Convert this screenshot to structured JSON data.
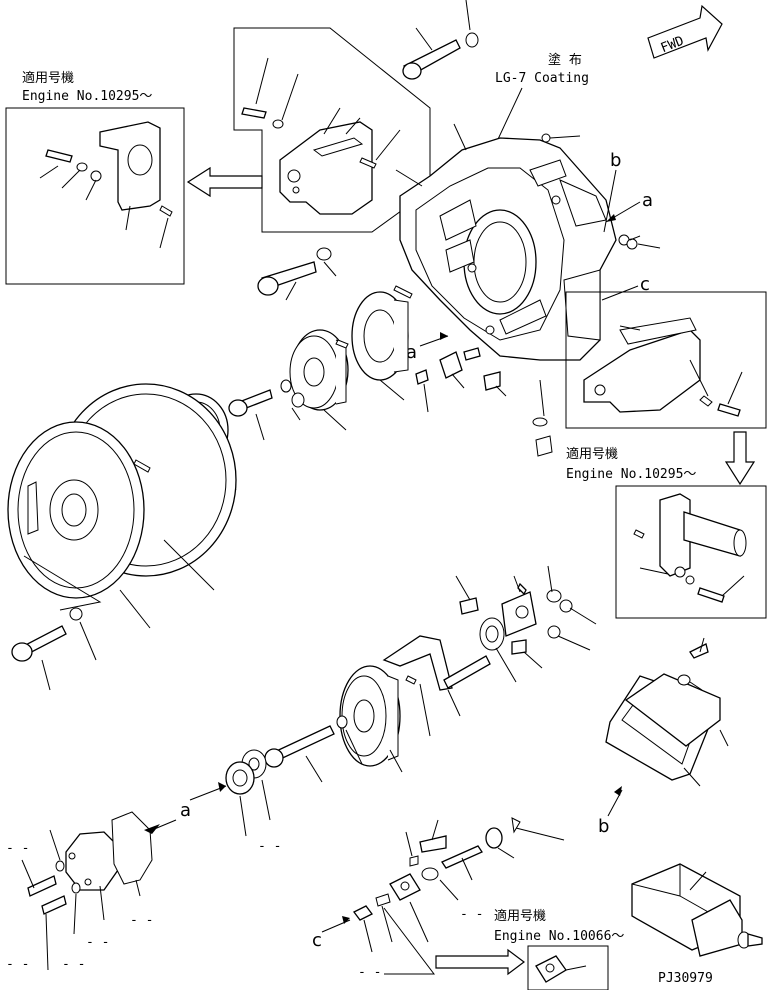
{
  "coating": {
    "jp": "塗 布",
    "en": "LG-7 Coating"
  },
  "fwd_label": "FWD",
  "inset_top_left": {
    "jp": "適用号機",
    "en": "Engine No.10295～"
  },
  "inset_right": {
    "jp": "適用号機",
    "en": "Engine No.10295～"
  },
  "inset_bottom": {
    "jp": "適用号機",
    "en": "Engine No.10066～"
  },
  "callouts": {
    "a_top": "a",
    "a_mid": "a",
    "a_low": "a",
    "b_top": "b",
    "b_low": "b",
    "c_right": "c",
    "c_low": "c"
  },
  "dashes": [
    "- -",
    "- -",
    "- -",
    "- -",
    "- -",
    "- -",
    "- -",
    "- -"
  ],
  "drawing_number": "PJ30979"
}
